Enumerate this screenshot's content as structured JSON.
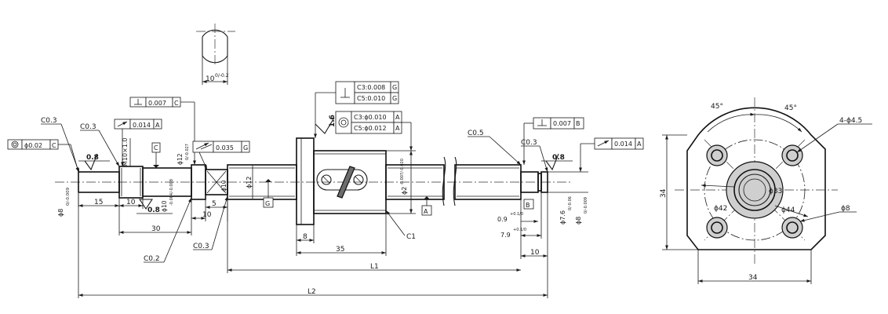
{
  "tolerance_frames": {
    "concentricity_c": {
      "value": "ϕ0.02",
      "datum": "C"
    },
    "perpendicular_c": {
      "value": "0.007",
      "datum": "C"
    },
    "runout_a": {
      "value": "0.014",
      "datum": "A"
    },
    "total_runout_g": {
      "value": "0.035",
      "datum": "G"
    },
    "perp_nut_c3": {
      "value": "C3:0.008",
      "datum": "G"
    },
    "perp_nut_c5": {
      "value": "C5:0.010",
      "datum": "G"
    },
    "conc_nut_c3": {
      "value": "C3:ϕ0.010",
      "datum": "A"
    },
    "conc_nut_c5": {
      "value": "C5:ϕ0.012",
      "datum": "A"
    },
    "perpendicular_b": {
      "value": "0.007",
      "datum": "B"
    },
    "runout_a_right": {
      "value": "0.014",
      "datum": "A"
    }
  },
  "datums": {
    "c": "C",
    "g": "G",
    "a": "A",
    "b": "B"
  },
  "chamfers": {
    "left_end": "C0.3",
    "thread_start": "C0.3",
    "left_bottom": "C0.2",
    "bearing_bottom": "C0.3",
    "right_top": "C0.5",
    "right_end": "C0.3",
    "nut": "C1"
  },
  "roughness": {
    "left": "0.8",
    "under": "0.8",
    "right": "0.8",
    "nut_face": "1.6"
  },
  "diameters": {
    "left_journal": "ϕ8",
    "left_journal_tol": "0/-0.009",
    "thread": "M10×1.0",
    "bearing_seat": "ϕ10",
    "bearing_seat_tol": "-0.004/-0.008",
    "shoulder": "ϕ12",
    "shoulder_tol": "0/-0.027",
    "ϕ10": "ϕ10",
    "shaft": "ϕ12",
    "nut_body": "ϕ2",
    "nut_body_tol": "-0.007/-0.020",
    "right_groove": "ϕ7.6",
    "right_groove_tol": "0/-0.06",
    "right_journal": "ϕ8",
    "right_journal_tol": "0/-0.009"
  },
  "lengths": {
    "d15": "15",
    "d10a": "10",
    "d30": "30",
    "d10b": "10",
    "d5": "5",
    "d8": "8",
    "d35": "35",
    "d10c": "10",
    "L1": "L1",
    "L2": "L2",
    "groove_width": "0.9",
    "groove_width_tol": "+0.1/0",
    "groove_pos": "7.9",
    "groove_pos_tol": "+0.1/0"
  },
  "detail": {
    "width": "10",
    "tol": "0/-0.2"
  },
  "flange_view": {
    "angle1": "45°",
    "angle2": "45°",
    "bolt_holes": "4-ϕ4.5",
    "counterbore": "ϕ8",
    "bore": "ϕ33",
    "pcd": "ϕ42",
    "flange_dia": "ϕ44",
    "height": "34",
    "width": "34"
  }
}
